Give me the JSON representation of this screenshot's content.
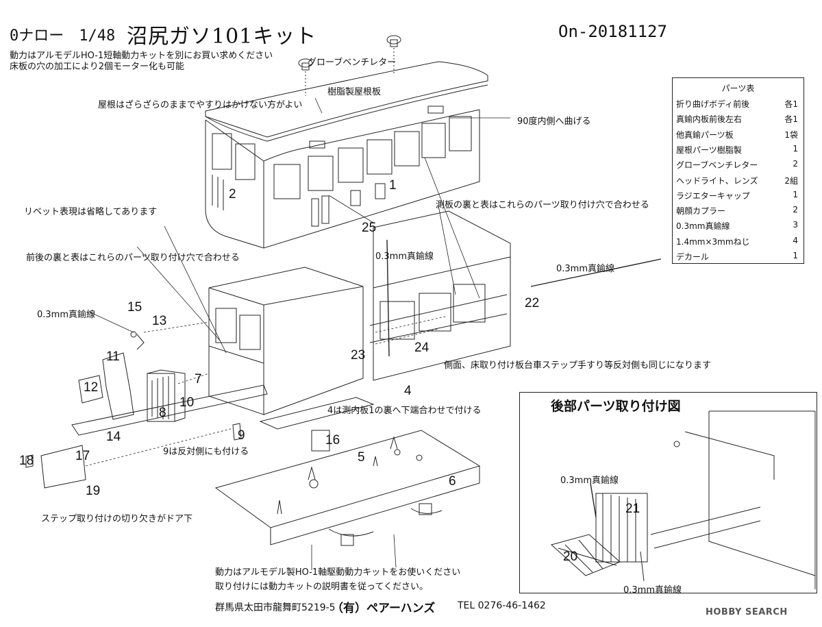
{
  "header": {
    "scale_label": "0ナロー　1/48",
    "title": "沼尻ガソ101キット",
    "doc_code": "On-20181127"
  },
  "notes": {
    "power_intro_1": "動力はアルモデルHO-1短軸動力キットを別にお買い求めください",
    "power_intro_2": "床板の穴の加工により2個モーター化も可能",
    "glove_ventilator": "グローブベンチレター",
    "resin_roof": "樹脂製屋根板",
    "roof_note": "屋根はざらざらのままでやすりはかけない方がよい",
    "bend_90": "90度内側へ曲げる",
    "rivet_note": "リベット表現は省略してあります",
    "side_panel_holes": "測板の裏と表はこれらのパーツ取り付け穴で合わせる",
    "front_back_holes": "前後の裏と表はこれらのパーツ取り付け穴で合わせる",
    "wire_left": "0.3mm真鍮線",
    "wire_center": "0.3mm真鍮線",
    "wire_right": "0.3mm真鍮線",
    "same_other_side": "側面、床取り付け板台車ステップ手すり等反対側も同じになります",
    "part4_note": "4は測内板1の裏へ下端合わせで付ける",
    "part9_note": "9は反対側にも付ける",
    "step_note": "ステップ取り付けの切り欠きがドア下",
    "power_use_1": "動力はアルモデル製HO-1軸駆動動力キットをお使いください",
    "power_use_2": "取り付けには動力キットの説明書を従ってください。"
  },
  "part_numbers": {
    "p1": "1",
    "p2": "2",
    "p4": "4",
    "p5": "5",
    "p6": "6",
    "p7": "7",
    "p8": "8",
    "p9": "9",
    "p10": "10",
    "p11": "11",
    "p12": "12",
    "p13": "13",
    "p14": "14",
    "p15": "15",
    "p16": "16",
    "p17": "17",
    "p18": "18",
    "p19": "19",
    "p20": "20",
    "p21": "21",
    "p22": "22",
    "p23": "23",
    "p24": "24",
    "p25": "25"
  },
  "parts_table": {
    "heading": "パーツ表",
    "rows": [
      {
        "name": "折り曲げボディ前後",
        "qty": "各1"
      },
      {
        "name": "真鍮内板前後左右",
        "qty": "各1"
      },
      {
        "name": "他真鍮パーツ板",
        "qty": "1袋"
      },
      {
        "name": "屋根パーツ樹脂製",
        "qty": "1"
      },
      {
        "name": "グローブベンチレター",
        "qty": "2"
      },
      {
        "name": "ヘッドライト、レンズ",
        "qty": "2組"
      },
      {
        "name": "ラジエターキャップ",
        "qty": "1"
      },
      {
        "name": "朝顔カプラー",
        "qty": "2"
      },
      {
        "name": "0.3mm真鍮線",
        "qty": "3"
      },
      {
        "name": "1.4mm×3mmねじ",
        "qty": "4"
      },
      {
        "name": "デカール",
        "qty": "1"
      }
    ]
  },
  "inset": {
    "title": "後部パーツ取り付け図",
    "wire_a": "0.3mm真鍮線",
    "wire_b": "0.3mm真鍮線"
  },
  "footer": {
    "address": "群馬県太田市龍舞町5219-5",
    "company": "（有）ペアーハンズ",
    "tel": "TEL 0276-46-1462"
  },
  "watermark": "HOBBY SEARCH"
}
